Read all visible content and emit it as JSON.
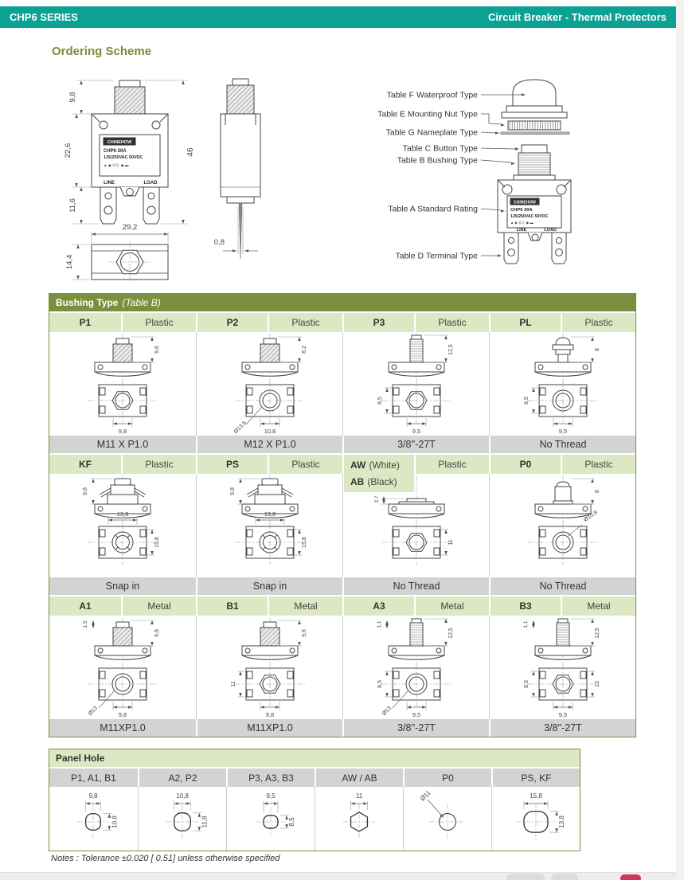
{
  "header": {
    "left": "CHP6 SERIES",
    "right": "Circuit Breaker - Thermal Protectors"
  },
  "section_title": "Ordering Scheme",
  "drawings": {
    "nameplate": {
      "brand": "CHINEHOW",
      "model": "CHP6 20A",
      "rating": "125/250VAC 50VDC",
      "line": "LINE",
      "load": "LOAD",
      "marks": "▲ ◉ ⓊⓁ ◉ ▬"
    },
    "front_view": {
      "bushing_height": "9,8",
      "body_height": "22,6",
      "terminal_height": "11,6",
      "overall_height": "46",
      "width": "29,2",
      "base_height": "14,4",
      "pin_width": "0,8"
    },
    "exploded_callouts": [
      "Table F Waterproof Type",
      "Table E Mounting Nut Type",
      "Table G Nameplate Type",
      "Table C Button Type",
      "Table B Bushing Type",
      "Table A Standard Rating",
      "Table D Terminal Type"
    ]
  },
  "bushing_table": {
    "title": "Bushing Type",
    "title_note": "(Table B)",
    "groups": [
      {
        "cells": [
          {
            "code": "P1",
            "material": "Plastic",
            "caption": "M11 X P1.0",
            "variant": "threaded",
            "top": "hex",
            "dims": [
              {
                "t": "9,6",
                "s": "sr"
              },
              {
                "t": "9,8",
                "s": "tb"
              }
            ]
          },
          {
            "code": "P2",
            "material": "Plastic",
            "caption": "M12 X P1.0",
            "variant": "threaded",
            "top": "ring",
            "dims": [
              {
                "t": "8,2",
                "s": "sr"
              },
              {
                "t": "Ø13,5",
                "s": "dg"
              },
              {
                "t": "10,8",
                "s": "tb"
              }
            ]
          },
          {
            "code": "P3",
            "material": "Plastic",
            "caption": "3/8''-27T",
            "variant": "screw",
            "top": "hex",
            "dims": [
              {
                "t": "12,5",
                "s": "sr"
              },
              {
                "t": "8,5",
                "s": "tl"
              },
              {
                "t": "9,5",
                "s": "tb"
              }
            ]
          },
          {
            "code": "PL",
            "material": "Plastic",
            "caption": "No Thread",
            "variant": "cap",
            "top": "ring",
            "dims": [
              {
                "t": "8",
                "s": "sr"
              },
              {
                "t": "8,5",
                "s": "tl"
              },
              {
                "t": "9,5",
                "s": "tb"
              }
            ]
          }
        ]
      },
      {
        "cells": [
          {
            "code": "KF",
            "material": "Plastic",
            "caption": "Snap in",
            "variant": "snap",
            "top": "snap",
            "dims": [
              {
                "t": "9,8",
                "s": "sl"
              },
              {
                "t": "13,8",
                "s": "tt"
              },
              {
                "t": "15,8",
                "s": "tr"
              }
            ]
          },
          {
            "code": "PS",
            "material": "Plastic",
            "caption": "Snap in",
            "variant": "snap",
            "top": "snap",
            "dims": [
              {
                "t": "9,8",
                "s": "sl"
              },
              {
                "t": "13,8",
                "s": "tt"
              },
              {
                "t": "15,8",
                "s": "tr"
              }
            ]
          },
          {
            "code_lines": [
              {
                "code": "AW",
                "note": "(White)"
              },
              {
                "code": "AB",
                "note": "(Black)"
              }
            ],
            "material": "Plastic",
            "caption": "No Thread",
            "variant": "flat",
            "top": "hex",
            "dims": [
              {
                "t": "2,7",
                "s": "sl3"
              },
              {
                "t": "11",
                "s": "tr"
              }
            ]
          },
          {
            "code": "P0",
            "material": "Plastic",
            "caption": "No Thread",
            "variant": "plain",
            "top": "ring",
            "dims": [
              {
                "t": "8",
                "s": "sr"
              },
              {
                "t": "Ø10,9",
                "s": "dgt"
              }
            ]
          }
        ]
      },
      {
        "cells": [
          {
            "code": "A1",
            "material": "Metal",
            "caption": "M11XP1.0",
            "variant": "threaded",
            "top": "ring",
            "dims": [
              {
                "t": "1,5",
                "s": "sl2"
              },
              {
                "t": "9,6",
                "s": "sr"
              },
              {
                "t": "Ø13",
                "s": "dg"
              },
              {
                "t": "9,8",
                "s": "tb"
              }
            ]
          },
          {
            "code": "B1",
            "material": "Metal",
            "caption": "M11XP1.0",
            "variant": "threaded",
            "top": "hex",
            "dims": [
              {
                "t": "9,6",
                "s": "sr"
              },
              {
                "t": "11",
                "s": "tl"
              },
              {
                "t": "9,8",
                "s": "tb"
              }
            ]
          },
          {
            "code": "A3",
            "material": "Metal",
            "caption": "3/8''-27T",
            "variant": "screw",
            "top": "ring",
            "dims": [
              {
                "t": "1,1",
                "s": "sl2"
              },
              {
                "t": "12,5",
                "s": "sr"
              },
              {
                "t": "8,5",
                "s": "tl"
              },
              {
                "t": "Ø13",
                "s": "dg"
              },
              {
                "t": "9,5",
                "s": "tb"
              }
            ]
          },
          {
            "code": "B3",
            "material": "Metal",
            "caption": "3/8\"-27T",
            "variant": "screw",
            "top": "hex",
            "dims": [
              {
                "t": "1,1",
                "s": "sl2"
              },
              {
                "t": "12,5",
                "s": "sr"
              },
              {
                "t": "8,5",
                "s": "tl"
              },
              {
                "t": "13",
                "s": "tr"
              },
              {
                "t": "9,5",
                "s": "tb"
              }
            ]
          }
        ]
      }
    ]
  },
  "panel_table": {
    "title": "Panel Hole",
    "columns": [
      {
        "label": "P1, A1, B1",
        "shape": "dd",
        "w": "9,8",
        "h": "10,8"
      },
      {
        "label": "A2, P2",
        "shape": "dd",
        "w": "10,8",
        "h": "11,8"
      },
      {
        "label": "P3, A3, B3",
        "shape": "dd",
        "w": "9,5",
        "h": "8,5"
      },
      {
        "label": "AW / AB",
        "shape": "hex",
        "w": "11"
      },
      {
        "label": "P0",
        "shape": "circle",
        "d": "Ø11"
      },
      {
        "label": "PS, KF",
        "shape": "dd",
        "w": "15,8",
        "h": "13,8"
      }
    ]
  },
  "notes": "Notes : Tolerance ±0.020 [ 0.51] unless otherwise specified"
}
